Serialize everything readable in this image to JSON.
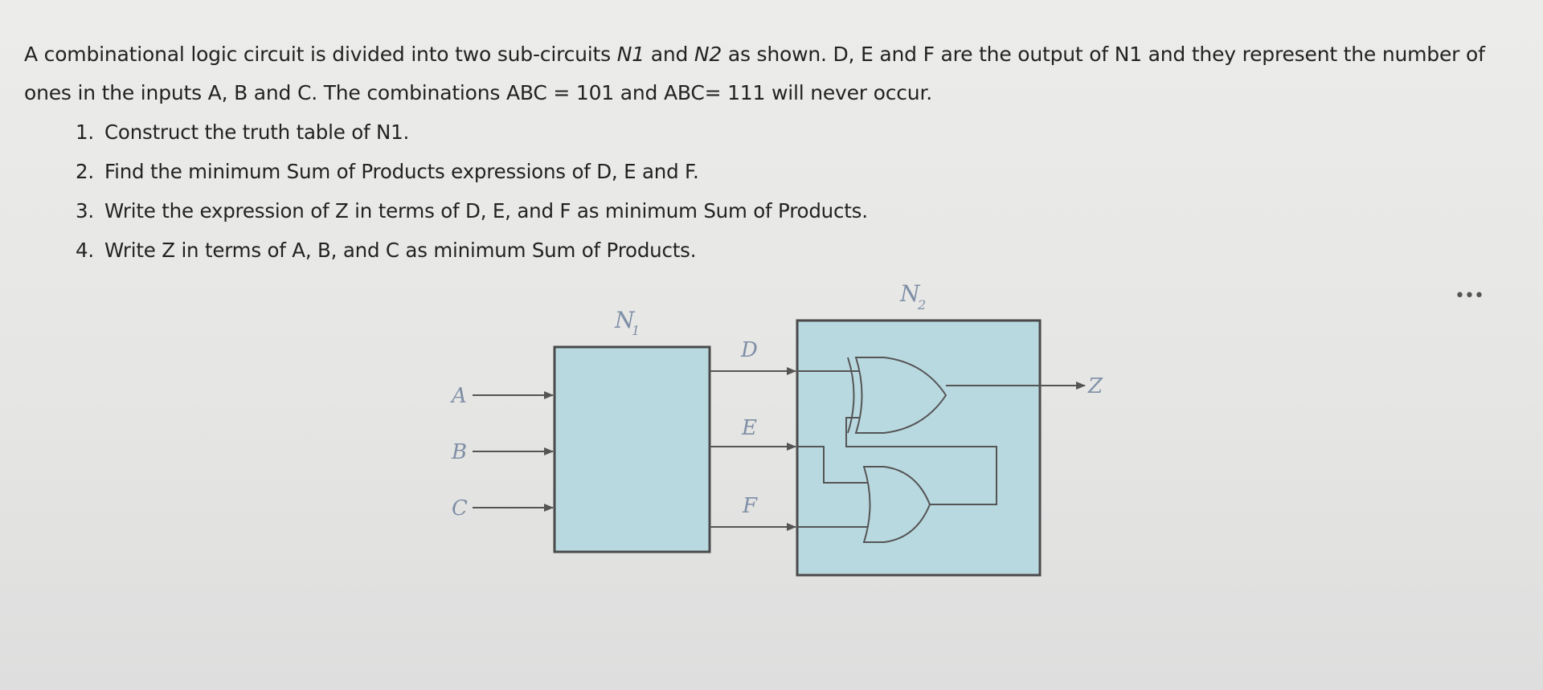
{
  "question": {
    "intro_parts": [
      "A combinational logic circuit is divided into two sub-circuits ",
      "N1",
      " and ",
      "N2",
      " as shown.  D, E and F are the output of N1 and they represent the number of ones in the inputs A, B and C. The combinations ABC = 101 and ABC= 111 will never occur."
    ],
    "tasks": [
      {
        "num": "1.",
        "text": "Construct the truth table of N1."
      },
      {
        "num": "2.",
        "text": "Find the minimum Sum of Products expressions of D, E and F."
      },
      {
        "num": "3.",
        "text": "Write the expression of Z in terms of D, E, and F as minimum Sum of Products."
      },
      {
        "num": "4.",
        "text": "Write Z in terms of A, B, and C as minimum Sum of Products."
      }
    ]
  },
  "diagram": {
    "n1_label": "N",
    "n1_sub": "1",
    "n2_label": "N",
    "n2_sub": "2",
    "inputs": [
      "A",
      "B",
      "C"
    ],
    "mid_signals": [
      "D",
      "E",
      "F"
    ],
    "output": "Z",
    "box_fill": "#b9d9e1",
    "box_stroke": "#4a4a4a"
  },
  "more_icon": "more-horizontal-icon",
  "more_glyph": "•••"
}
